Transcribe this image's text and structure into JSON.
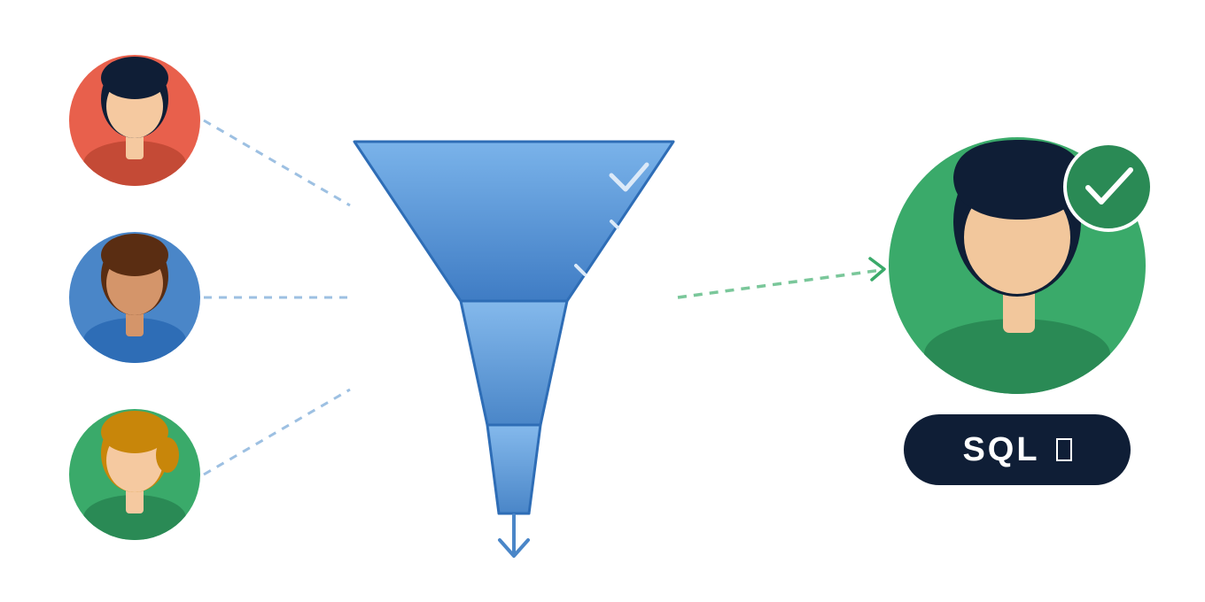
{
  "badge": {
    "label": "SQL",
    "glyph": "missing-glyph-box"
  },
  "leads": [
    {
      "id": "lead-1",
      "bg": "#e8604c",
      "shirt": "#c44a36",
      "hair": "#0f1e36",
      "skin": "#f5c9a0",
      "hair_style": "short"
    },
    {
      "id": "lead-2",
      "bg": "#4a86c8",
      "shirt": "#2e6db6",
      "hair": "#5a2d12",
      "skin": "#d4956a",
      "hair_style": "short"
    },
    {
      "id": "lead-3",
      "bg": "#3aaa6a",
      "shirt": "#2a8a55",
      "hair": "#c8860a",
      "skin": "#f5c9a0",
      "hair_style": "bun"
    }
  ],
  "qualified": {
    "bg": "#3aaa6a",
    "shirt": "#2a8a55",
    "hair": "#0f1e36",
    "skin": "#f2c79c",
    "check_bg": "#2a8a55"
  },
  "colors": {
    "funnel_top": "#7ab3ea",
    "funnel_bottom": "#3f7cc4",
    "funnel_stroke": "#2e6db6",
    "connector_blue": "#9dc0e2",
    "connector_green": "#7ac79a",
    "arrow_green": "#3aaa6a",
    "arrow_blue": "#4a86c8"
  },
  "icons": [
    "check-icon",
    "arrow-down-icon",
    "arrow-right-icon"
  ]
}
